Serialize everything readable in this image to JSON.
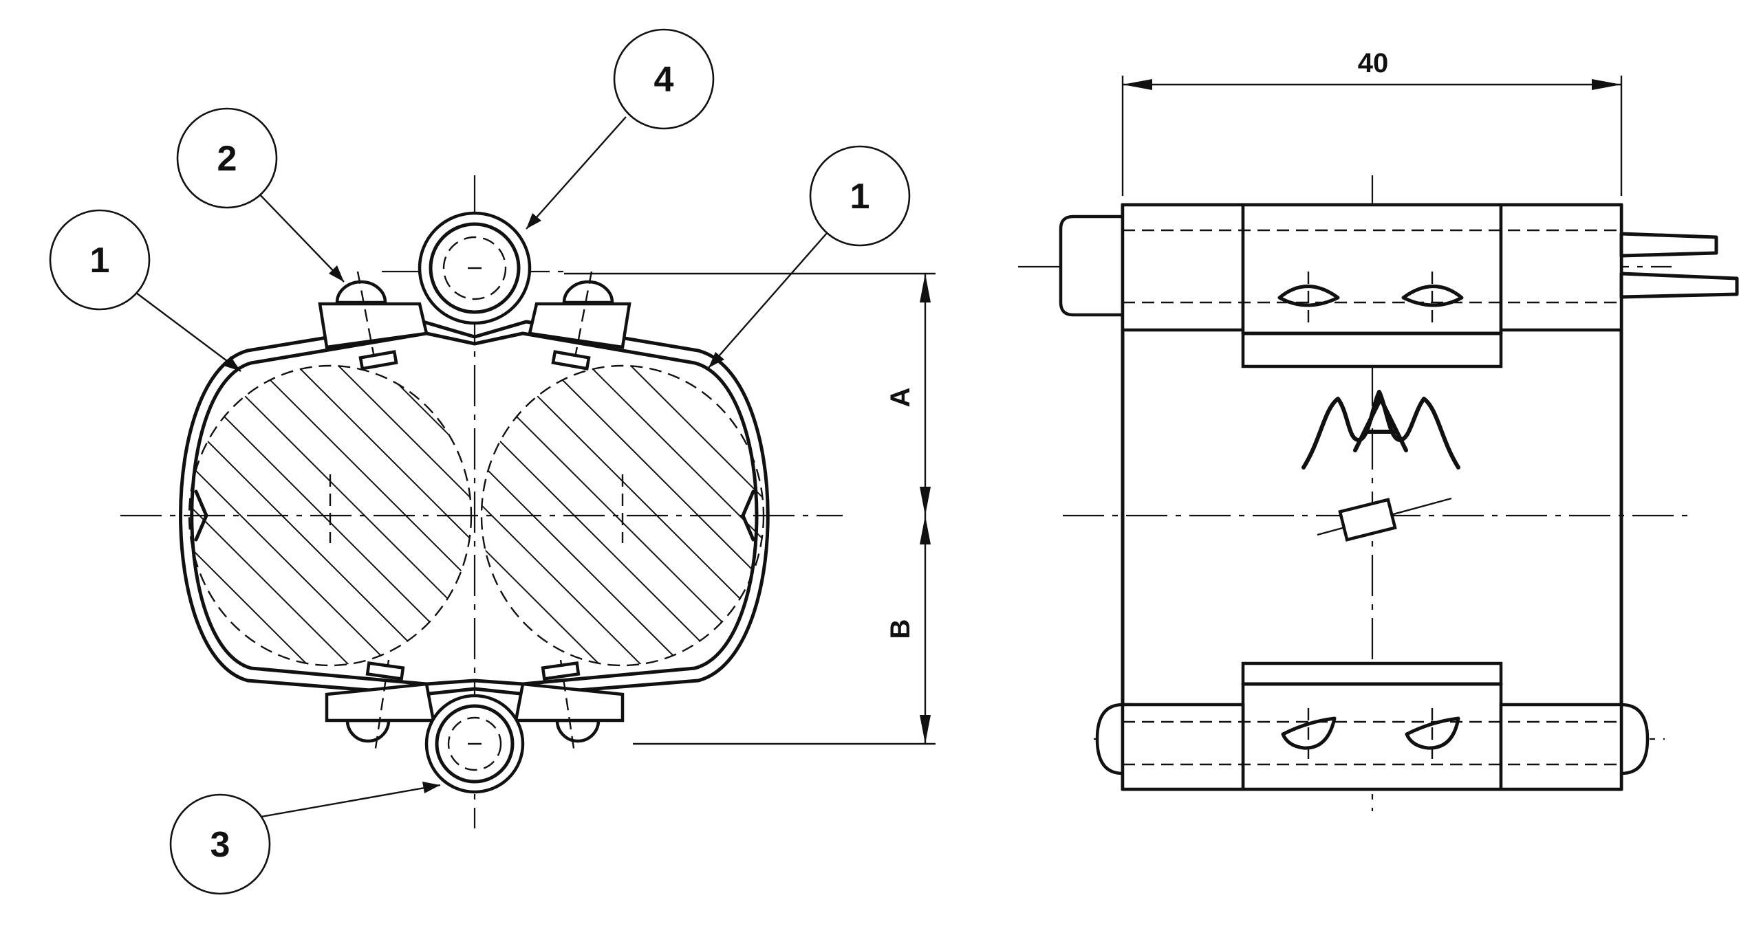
{
  "drawing": {
    "part_labels": {
      "left_body": "1",
      "bolt": "2",
      "right_body": "1",
      "bottom_hinge": "3",
      "top_hinge": "4"
    },
    "dimensions": {
      "width": "40",
      "upper": "A",
      "lower": "B"
    }
  }
}
